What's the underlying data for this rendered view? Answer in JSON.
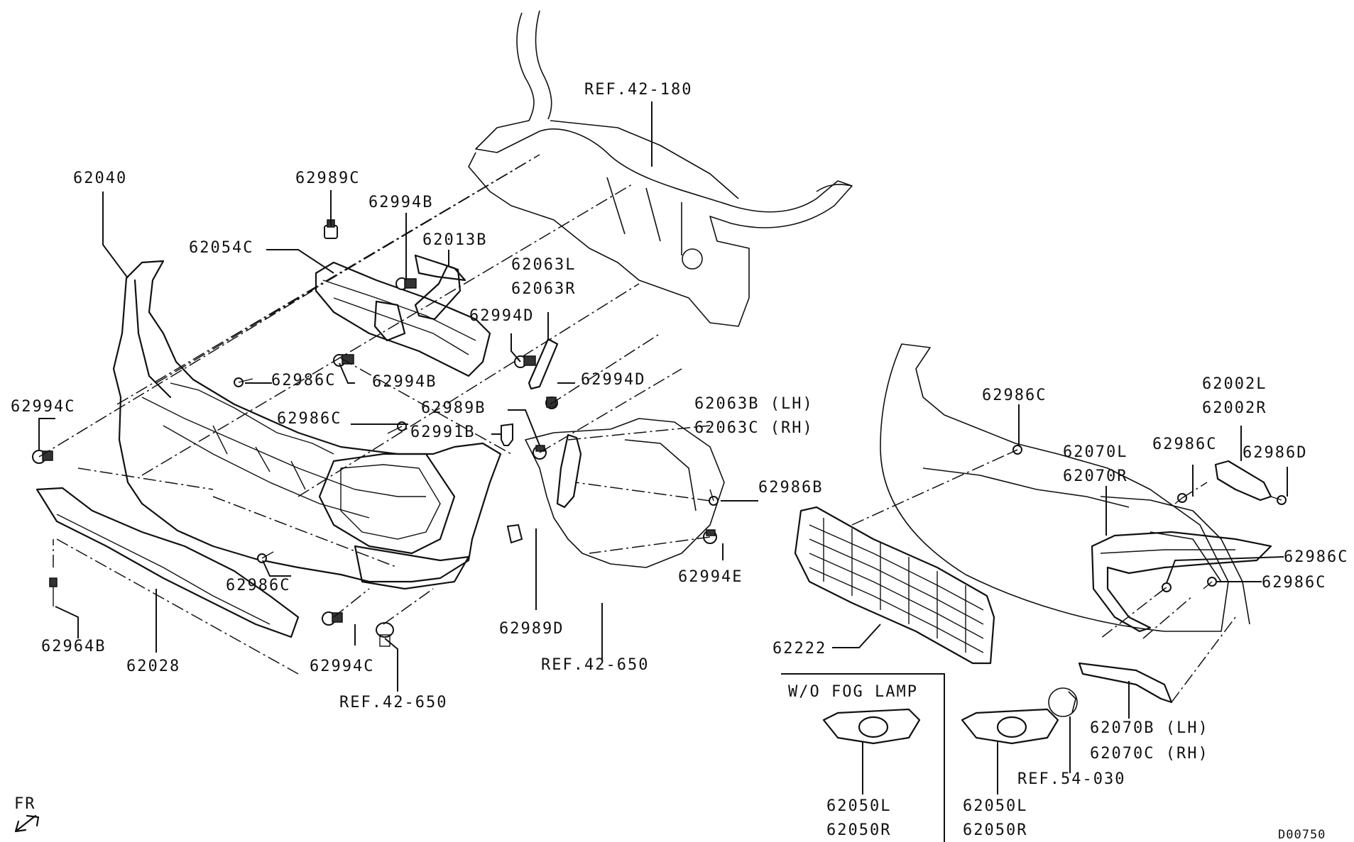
{
  "diagram_code": "D00750",
  "direction_marker": "FR",
  "inset_title": "W/O FOG LAMP",
  "labels": {
    "ref_42_180": "REF.42-180",
    "p62040": "62040",
    "p62989c": "62989C",
    "p62994b_top": "62994B",
    "p62013b": "62013B",
    "p62054c": "62054C",
    "p62063l": "62063L",
    "p62063r": "62063R",
    "p62994d_a": "62994D",
    "p62994b_mid": "62994B",
    "p62986c_a": "62986C",
    "p62994d_b": "62994D",
    "p62994c_left": "62994C",
    "p62986c_b": "62986C",
    "p62989b": "62989B",
    "p62991b": "62991B",
    "p62063b_lh": "62063B (LH)",
    "p62063c_rh": "62063C (RH)",
    "p62986b": "62986B",
    "p62994e": "62994E",
    "p62986c_c": "62986C",
    "p62989d": "62989D",
    "ref_42_650_right": "REF.42-650",
    "p62964b": "62964B",
    "p62028": "62028",
    "p62994c_bottom": "62994C",
    "ref_42_650_bottom": "REF.42-650",
    "p62986c_d": "62986C",
    "p62002l": "62002L",
    "p62002r": "62002R",
    "p62070l": "62070L",
    "p62070r": "62070R",
    "p62986c_e": "62986C",
    "p62986d": "62986D",
    "p62986c_f": "62986C",
    "p62986c_g": "62986C",
    "p62222": "62222",
    "p62070b_lh": "62070B (LH)",
    "p62070c_rh": "62070C (RH)",
    "ref_54_030": "REF.54-030",
    "p62050l_a": "62050L",
    "p62050r_a": "62050R",
    "p62050l_b": "62050L",
    "p62050r_b": "62050R"
  }
}
